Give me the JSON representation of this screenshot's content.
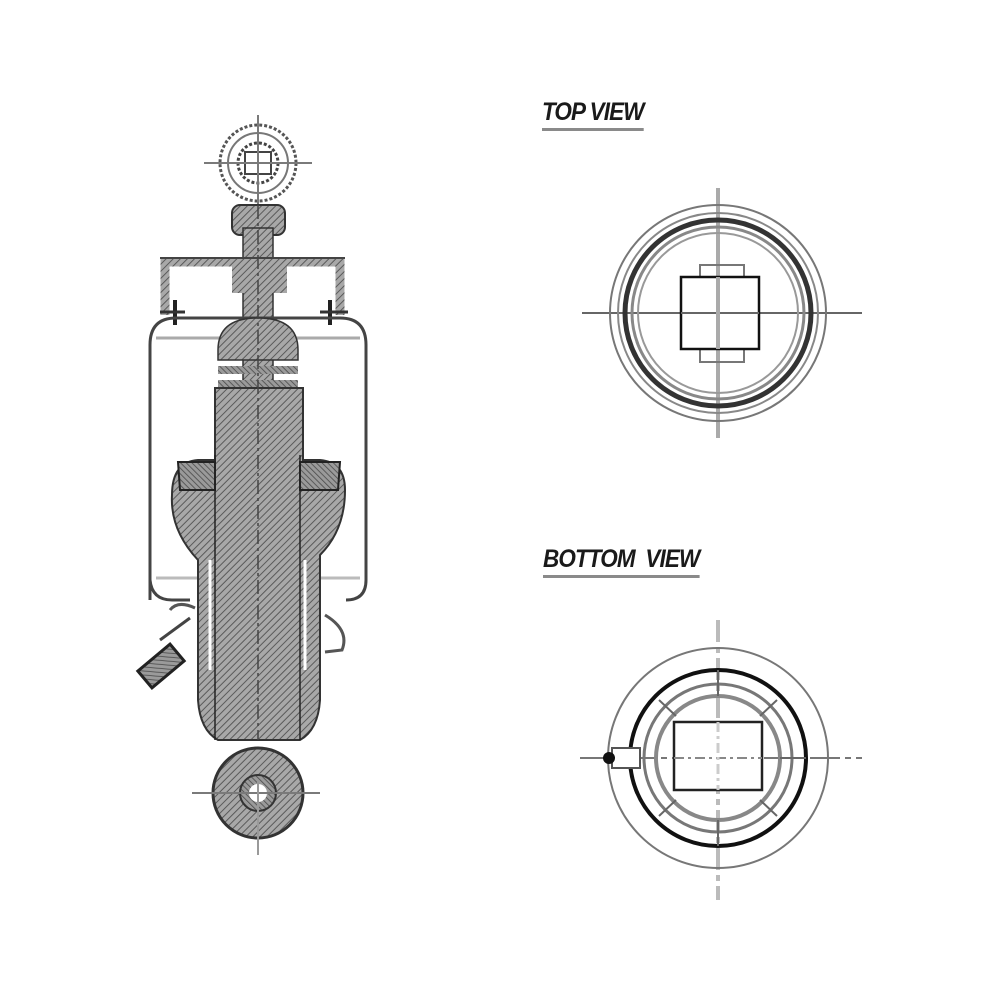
{
  "drawing": {
    "subject": "cab air spring shock absorber technical drawing",
    "colors": {
      "background": "#ffffff",
      "line": "#333333",
      "hatch": "#8c8c8c",
      "hatch_dark": "#555555",
      "centerline": "#7a7a7a",
      "label_underline": "#8a8a8a"
    }
  },
  "views": {
    "side_view": {
      "name": "side section view"
    },
    "top_view": {
      "label": "TOP VIEW"
    },
    "bottom_view": {
      "label": "BOTTOM  VIEW"
    }
  }
}
